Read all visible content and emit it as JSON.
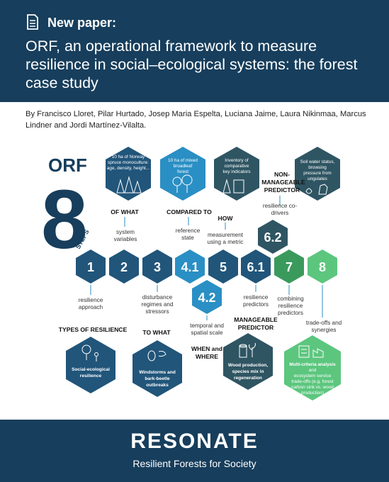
{
  "header": {
    "badge": "New paper:",
    "title": "ORF, an operational framework to measure resilience in social–ecological systems: the forest case study",
    "icon": "document-icon"
  },
  "authors": "By Francisco Lloret, Pilar Hurtado, Josep Maria Espelta, Luciana Jaime, Laura Nikinmaa, Marcus Lindner and Jordi Martínez-Vilalta.",
  "logo": {
    "word": "ORF",
    "number": "8",
    "steps": "STEPS"
  },
  "hexes": [
    {
      "id": "1",
      "color": "#21557a"
    },
    {
      "id": "2",
      "color": "#21557a"
    },
    {
      "id": "3",
      "color": "#21557a"
    },
    {
      "id": "4.1",
      "color": "#2a8fc4"
    },
    {
      "id": "5",
      "color": "#21557a"
    },
    {
      "id": "6.1",
      "color": "#21557a"
    },
    {
      "id": "7",
      "color": "#3a9a5c"
    },
    {
      "id": "8",
      "color": "#5cc67e"
    },
    {
      "id": "4.2",
      "color": "#2a8fc4"
    },
    {
      "id": "6.2",
      "color": "#2f5563"
    }
  ],
  "labels": {
    "resilience_approach": "resilience approach",
    "system_variables": "system variables",
    "disturbance": "disturbance regimes and stressors",
    "reference_state": "reference state",
    "measurement": "measurement using a metric",
    "resilience_predictors": "resilience predictors",
    "combining": "combining resilience predictors",
    "tradeoffs": "trade-offs and synergies",
    "temporal": "temporal and spatial scale",
    "codrivers": "resilience co-drivers"
  },
  "headings": {
    "of_what": "OF WHAT",
    "compared_to": "COMPARED TO",
    "how": "HOW",
    "non_manageable": "NON-MANAGEABLE PREDICTOR",
    "types": "TYPES OF RESILIENCE",
    "to_what": "TO WHAT",
    "when_where": "WHEN and WHERE",
    "manageable": "MANAGEABLE PREDICTOR"
  },
  "boxes": {
    "norway": "10 ha of Norway spruce monoculture: age, density, height...",
    "mixed": "10 ha of mixed broadleaf forest",
    "inventory": "Inventory of comparative key indicators",
    "soil": "Soil water status, browsing pressure from ungulates",
    "social": "Social-ecological resilience",
    "windstorms": "Windstorms and bark-beetle outbreaks",
    "wood": "Wood production, species mix in regeneration",
    "multi": "Multi-criteria analysis and ecosystem service trade-offs (e.g. forest carbon sink vs. wood production)"
  },
  "footer": {
    "brand": "RESONATE",
    "tagline": "Resilient Forests for Society"
  },
  "colors": {
    "navy": "#173e5c",
    "blue": "#21557a",
    "lightblue": "#2a8fc4",
    "green": "#3a9a5c",
    "lightgreen": "#5cc67e",
    "teal": "#2f5563"
  }
}
